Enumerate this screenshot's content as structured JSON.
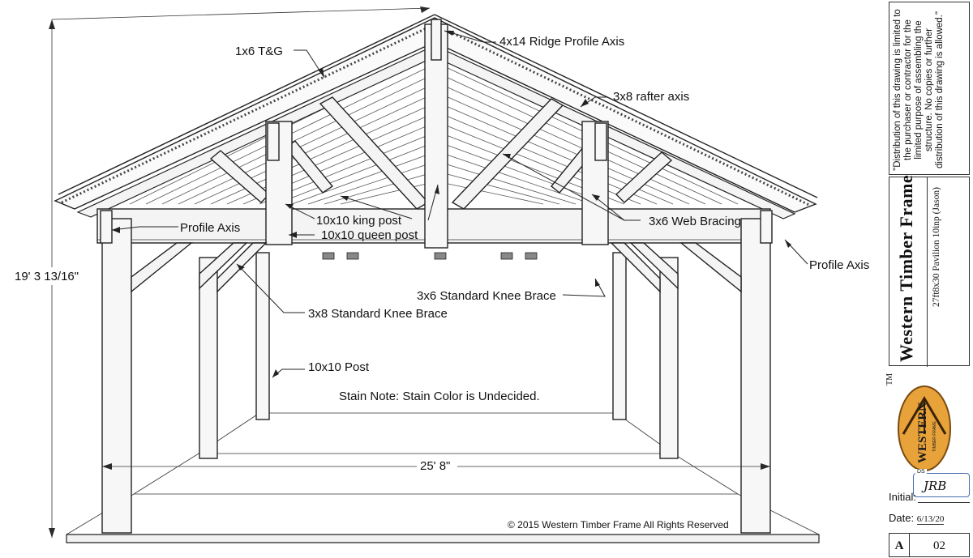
{
  "labels": {
    "roof_boards": "1x6 T&G",
    "ridge": "4x14 Ridge Profile Axis",
    "rafter": "3x8 rafter axis",
    "profile_axis_left": "Profile Axis",
    "king_post": "10x10 king post",
    "queen_post": "10x10 queen post",
    "web_bracing": "3x6 Web Bracing",
    "profile_axis_right": "Profile Axis",
    "knee_brace_3x6": "3x6 Standard Knee Brace",
    "knee_brace_3x8": "3x8 Standard Knee Brace",
    "post": "10x10 Post",
    "stain_note": "Stain Note: Stain Color is Undecided.",
    "copyright": "© 2015 Western Timber Frame All Rights Reserved"
  },
  "dimensions": {
    "height": "19' 3 13/16\"",
    "width": "25' 8\""
  },
  "title_block": {
    "distribution_note": [
      "\"Distribution of this drawing is limited to",
      "the purchaser or contractor for the",
      "limited purpose of assembling the",
      "structure.  No copies or further",
      "distribution of this drawing is allowed.\""
    ],
    "company": "Western Timber Frame",
    "project": "27ft8x30 Pavilion 10inp (Jason)",
    "tm": "TM",
    "logo_main": "WESTERN",
    "logo_sub": "TIMBER FRAME",
    "ds": "DS",
    "initial_label": "Initial:",
    "initial_value": "JRB",
    "date_label": "Date:",
    "date_value": "6/13/20",
    "sheet_letter": "A",
    "sheet_number": "02"
  }
}
